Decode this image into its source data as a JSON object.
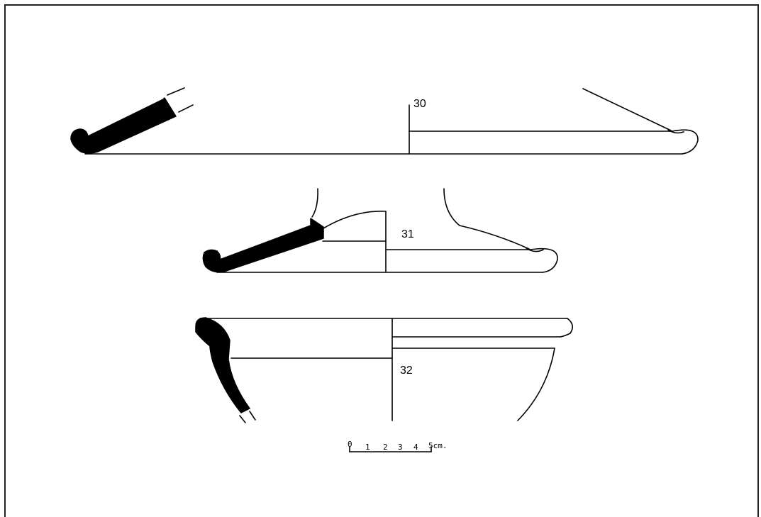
{
  "figure": {
    "vessels": [
      {
        "label": "30"
      },
      {
        "label": "31"
      },
      {
        "label": "32"
      }
    ],
    "scale_bar": {
      "ticks": [
        "0",
        "1",
        "2",
        "3",
        "4"
      ],
      "end_label": "5cm."
    }
  },
  "colors": {
    "line": "#000000",
    "section_fill": "#000000",
    "background": "#ffffff"
  }
}
